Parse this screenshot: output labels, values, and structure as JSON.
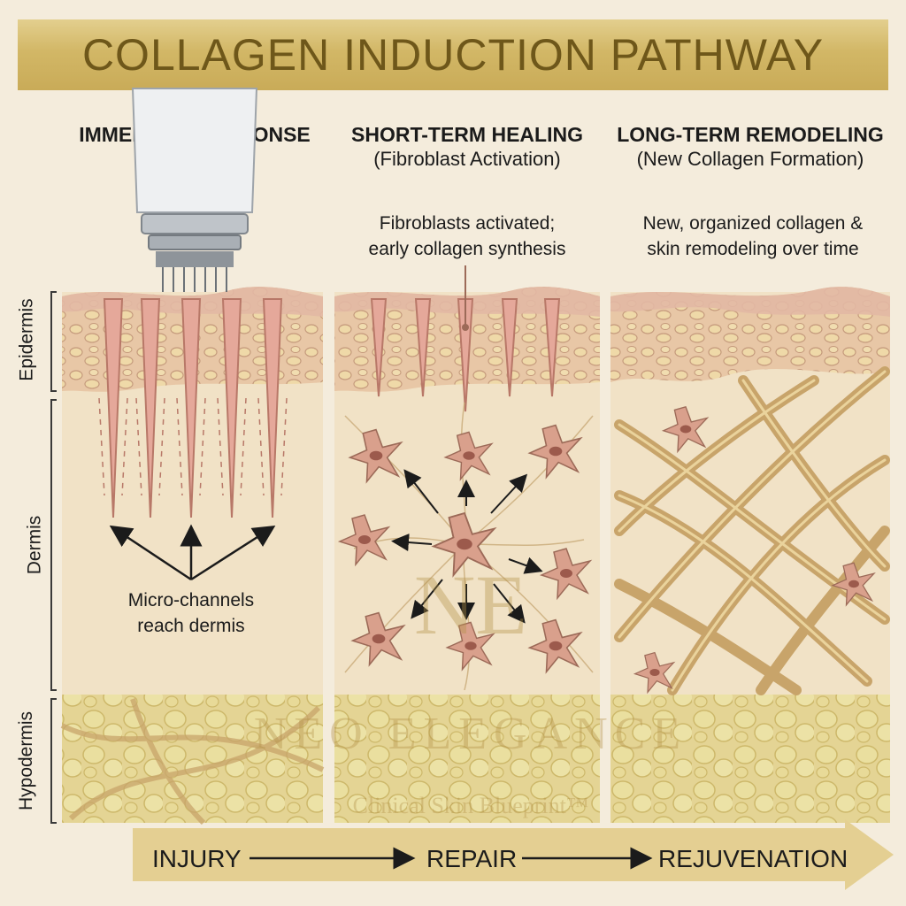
{
  "title": "COLLAGEN INDUCTION PATHWAY",
  "columns": [
    {
      "title": "IMMEDIATE RESPONSE",
      "subtitle": "(Micro-Injury)"
    },
    {
      "title": "SHORT-TERM HEALING",
      "subtitle": "(Fibroblast Activation)"
    },
    {
      "title": "LONG-TERM REMODELING",
      "subtitle": "(New Collagen Formation)"
    }
  ],
  "notes": {
    "col2": [
      "Fibroblasts activated;",
      "early collagen synthesis"
    ],
    "col3": [
      "New, organized collagen &",
      "skin remodeling over time"
    ],
    "col1": [
      "Micro-channels",
      "reach dermis"
    ]
  },
  "layers": {
    "epidermis": "Epidermis",
    "dermis": "Dermis",
    "hypodermis": "Hypodermis"
  },
  "watermark": {
    "monogram": "NE",
    "brand": "NEO ELEGANCE",
    "tagline": "Clinical Skin Blueprint™"
  },
  "flow": [
    "INJURY",
    "REPAIR",
    "REJUVENATION"
  ],
  "colors": {
    "banner": "#d2b766",
    "skin": "#e2b8a4",
    "dermis": "#f1e2c6",
    "fat": "#e4d494",
    "collagen": "#d6b87c",
    "fibroblast": "#d9a08c",
    "arrow_band": "#e4cf92"
  }
}
